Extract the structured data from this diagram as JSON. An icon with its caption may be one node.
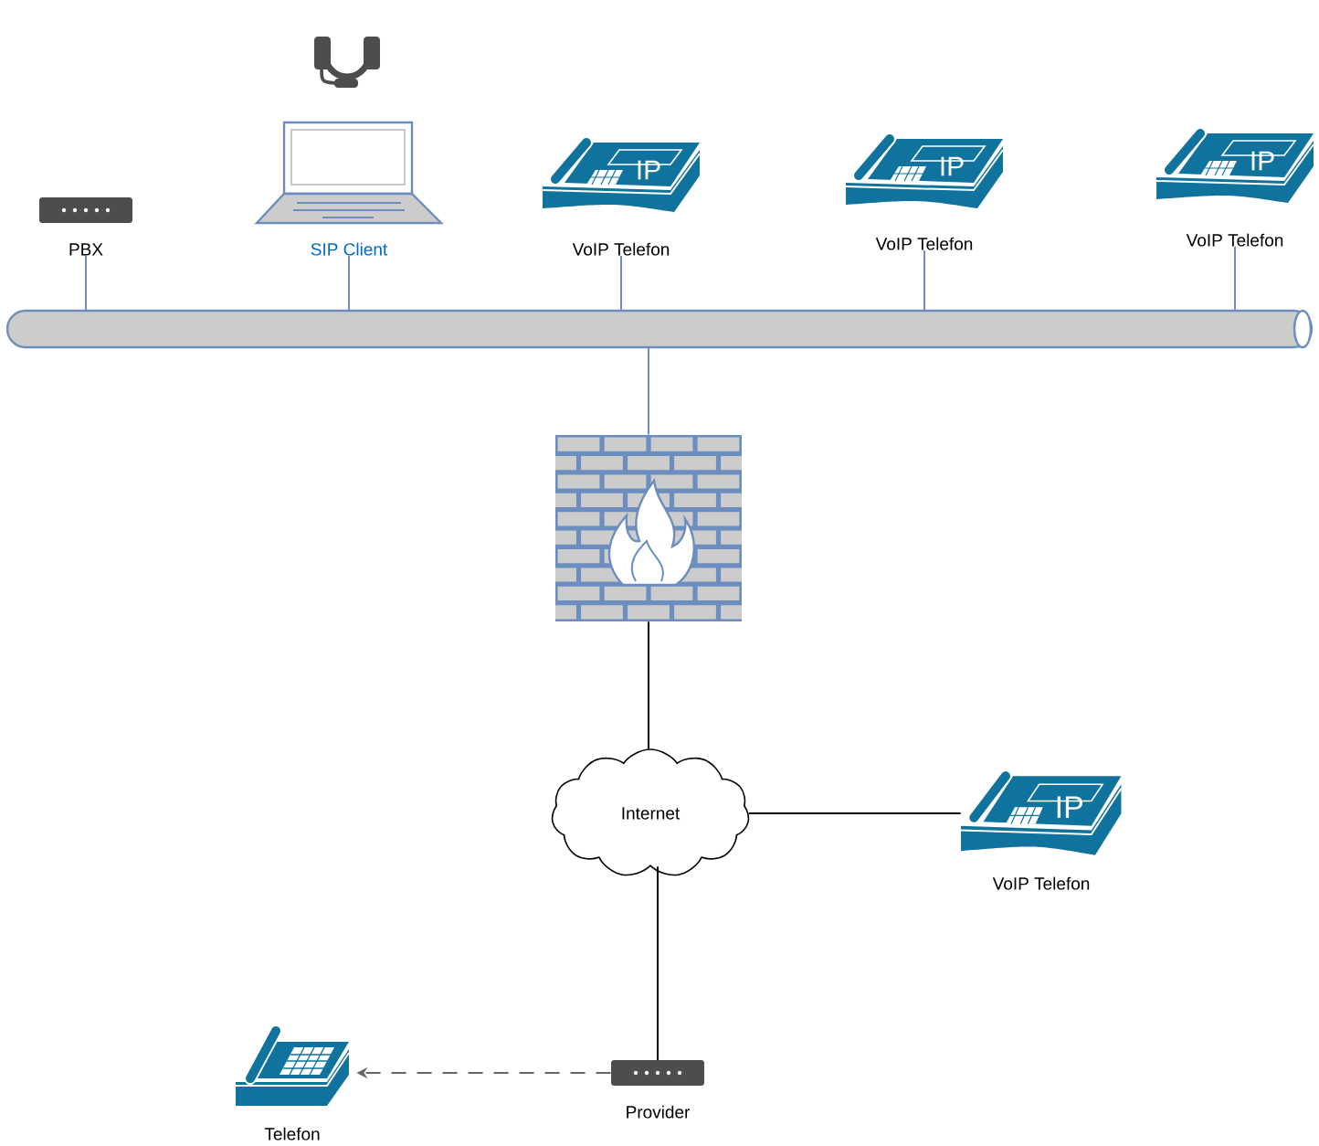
{
  "diagram": {
    "nodes": [
      {
        "text": [
          "PBX"
        ]
      },
      {
        "text": [
          "SIP Client"
        ]
      },
      {
        "text": [
          "VoIP Telefon"
        ]
      },
      {
        "text": [
          "VoIP Telefon"
        ]
      },
      {
        "text": [
          "VoIP Telefon"
        ]
      },
      {
        "text": [],
        "shape": "cylinder"
      },
      {
        "text": [],
        "shape": "picture"
      },
      {
        "text": [
          "Internet"
        ]
      },
      {
        "text": [
          "VoIP Telefon"
        ]
      },
      {
        "text": [
          "Provider"
        ]
      },
      {
        "text": [
          "Telefon"
        ]
      }
    ],
    "edges": [
      {
        "from": 0,
        "to": 5,
        "arrow": "none"
      },
      {
        "from": 1,
        "to": 5,
        "arrow": "none"
      },
      {
        "from": 2,
        "to": 5,
        "arrow": "none"
      },
      {
        "from": 3,
        "to": 5,
        "arrow": "none"
      },
      {
        "from": 4,
        "to": 5,
        "arrow": "none"
      },
      {
        "from": 5,
        "to": 6,
        "arrow": "none"
      },
      {
        "from": 6,
        "to": 7,
        "arrow": "none",
        "color": "#000000"
      },
      {
        "from": 7,
        "to": 8,
        "arrow": "none",
        "color": "#000000"
      },
      {
        "from": 7,
        "to": 9,
        "arrow": "none",
        "color": "#000000"
      },
      {
        "from": 9,
        "to": 10,
        "arrow": "to",
        "style": "dashed",
        "color": "#666666"
      }
    ],
    "labels": [
      "IP",
      "IP",
      "IP",
      "IP"
    ]
  }
}
